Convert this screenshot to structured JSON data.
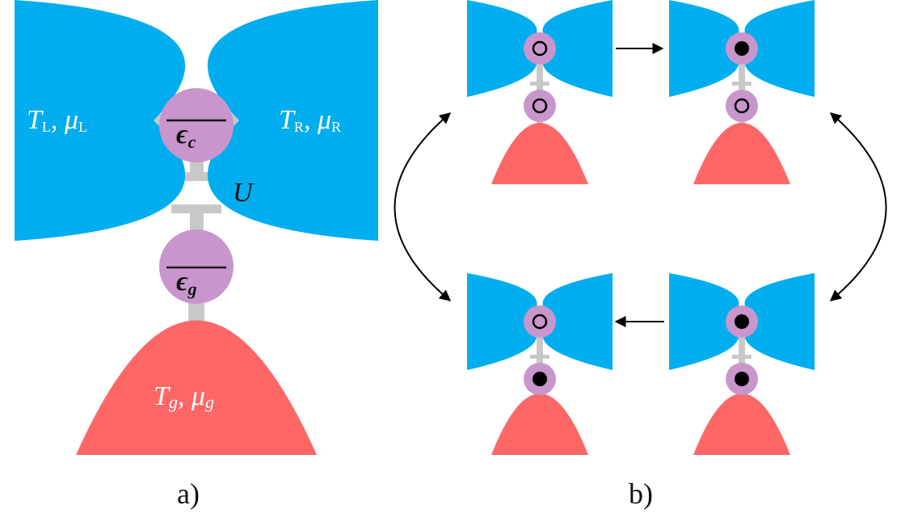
{
  "panel_a": {
    "left_lead": {
      "T": "T",
      "T_sub": "L",
      "mu": "μ",
      "mu_sub": "L"
    },
    "right_lead": {
      "T": "T",
      "T_sub": "R",
      "mu": "μ",
      "mu_sub": "R"
    },
    "gate_lead": {
      "T": "T",
      "T_sub": "g",
      "mu": "μ",
      "mu_sub": "g"
    },
    "conductor_level": {
      "symbol": "ϵ",
      "sub": "c"
    },
    "gate_level": {
      "symbol": "ϵ",
      "sub": "g"
    },
    "interaction": "U",
    "caption": "a)"
  },
  "panel_b": {
    "caption": "b)",
    "states": [
      {
        "position": "top-left",
        "conductor_dot": "empty",
        "gate_dot": "empty"
      },
      {
        "position": "top-right",
        "conductor_dot": "occupied",
        "gate_dot": "empty"
      },
      {
        "position": "bottom-right",
        "conductor_dot": "occupied",
        "gate_dot": "occupied"
      },
      {
        "position": "bottom-left",
        "conductor_dot": "empty",
        "gate_dot": "occupied"
      }
    ]
  },
  "colors": {
    "lead_blue": "#00AEEF",
    "gate_red": "#FF6666",
    "dot_purple": "#C896CC",
    "coupling_gray": "#C8C8C8",
    "electron_black": "#000000"
  }
}
